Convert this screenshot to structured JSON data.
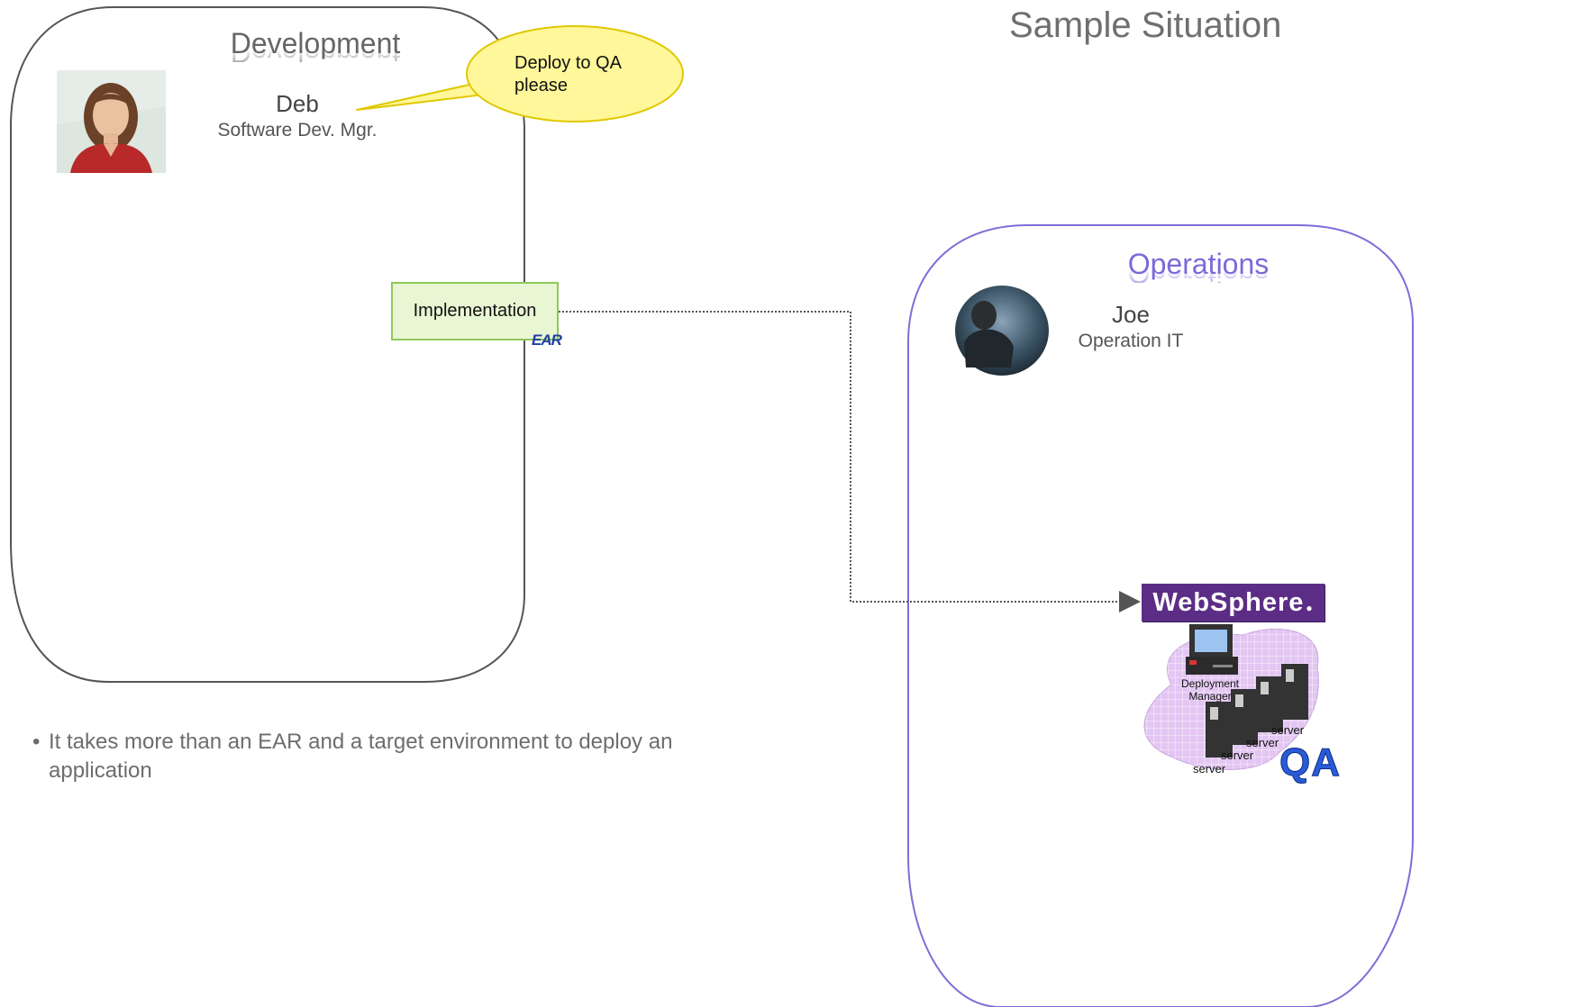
{
  "slide": {
    "title": "Sample Situation"
  },
  "development": {
    "title": "Development",
    "person": {
      "name": "Deb",
      "role": "Software Dev. Mgr.",
      "photo_icon": "woman-portrait-photo"
    },
    "callout": "Deploy to QA please",
    "artifact": {
      "label": "Implementation",
      "badge": "EAR"
    }
  },
  "operations": {
    "title": "Operations",
    "person": {
      "name": "Joe",
      "role": "Operation IT",
      "photo_icon": "man-portrait-photo"
    },
    "environment": {
      "logo": "WebSphere",
      "deployment_manager": "Deployment Manager",
      "servers": [
        "server",
        "server",
        "server",
        "server"
      ],
      "badge": "QA"
    }
  },
  "note": {
    "bullet": "It takes more than an EAR and a target environment to deploy an application"
  },
  "colors": {
    "dev_border": "#555555",
    "ops_border": "#7b6fd8",
    "callout_fill": "#fff79a",
    "implementation_fill": "#e9f6d3",
    "websphere_purple": "#5c2d85",
    "qa_blue": "#2a5bd7"
  }
}
